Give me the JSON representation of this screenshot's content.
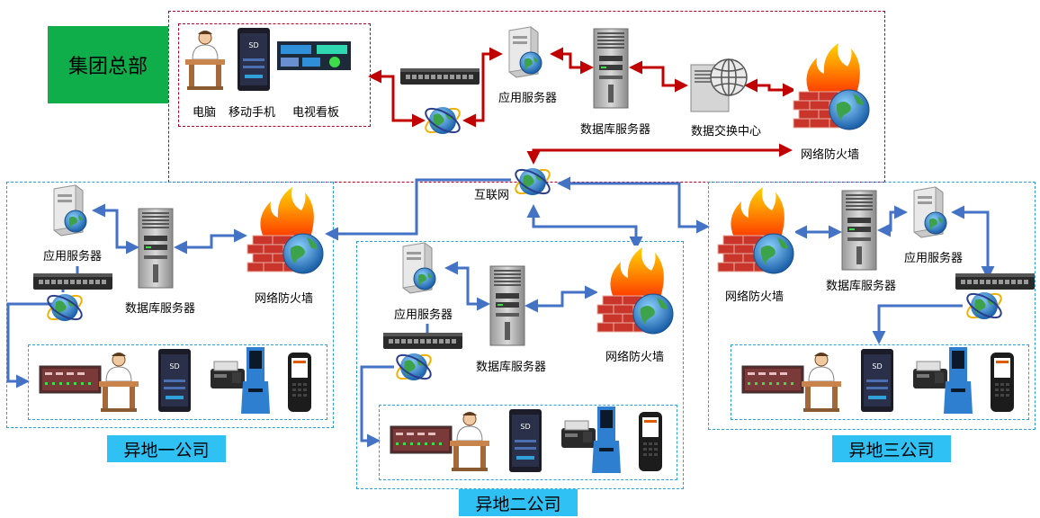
{
  "hq": {
    "title": "集团总部",
    "labels": {
      "pc": "电脑",
      "mobile": "移动手机",
      "tv": "电视看板",
      "app_server": "应用服务器",
      "db_server": "数据库服务器",
      "exchange": "数据交换中心",
      "firewall": "网络防火墙"
    }
  },
  "internet": {
    "label": "互联网"
  },
  "branch1": {
    "title": "异地一公司",
    "app_server": "应用服务器",
    "db_server": "数据库服务器",
    "firewall": "网络防火墙"
  },
  "branch2": {
    "title": "异地二公司",
    "app_server": "应用服务器",
    "db_server": "数据库服务器",
    "firewall": "网络防火墙"
  },
  "branch3": {
    "title": "异地三公司",
    "app_server": "应用服务器",
    "db_server": "数据库服务器",
    "firewall": "网络防火墙"
  },
  "colors": {
    "red_link": "#c00000",
    "blue_link": "#4472c4",
    "hq_green": "#0fae4a",
    "branch_blue": "#2fc0f4"
  }
}
